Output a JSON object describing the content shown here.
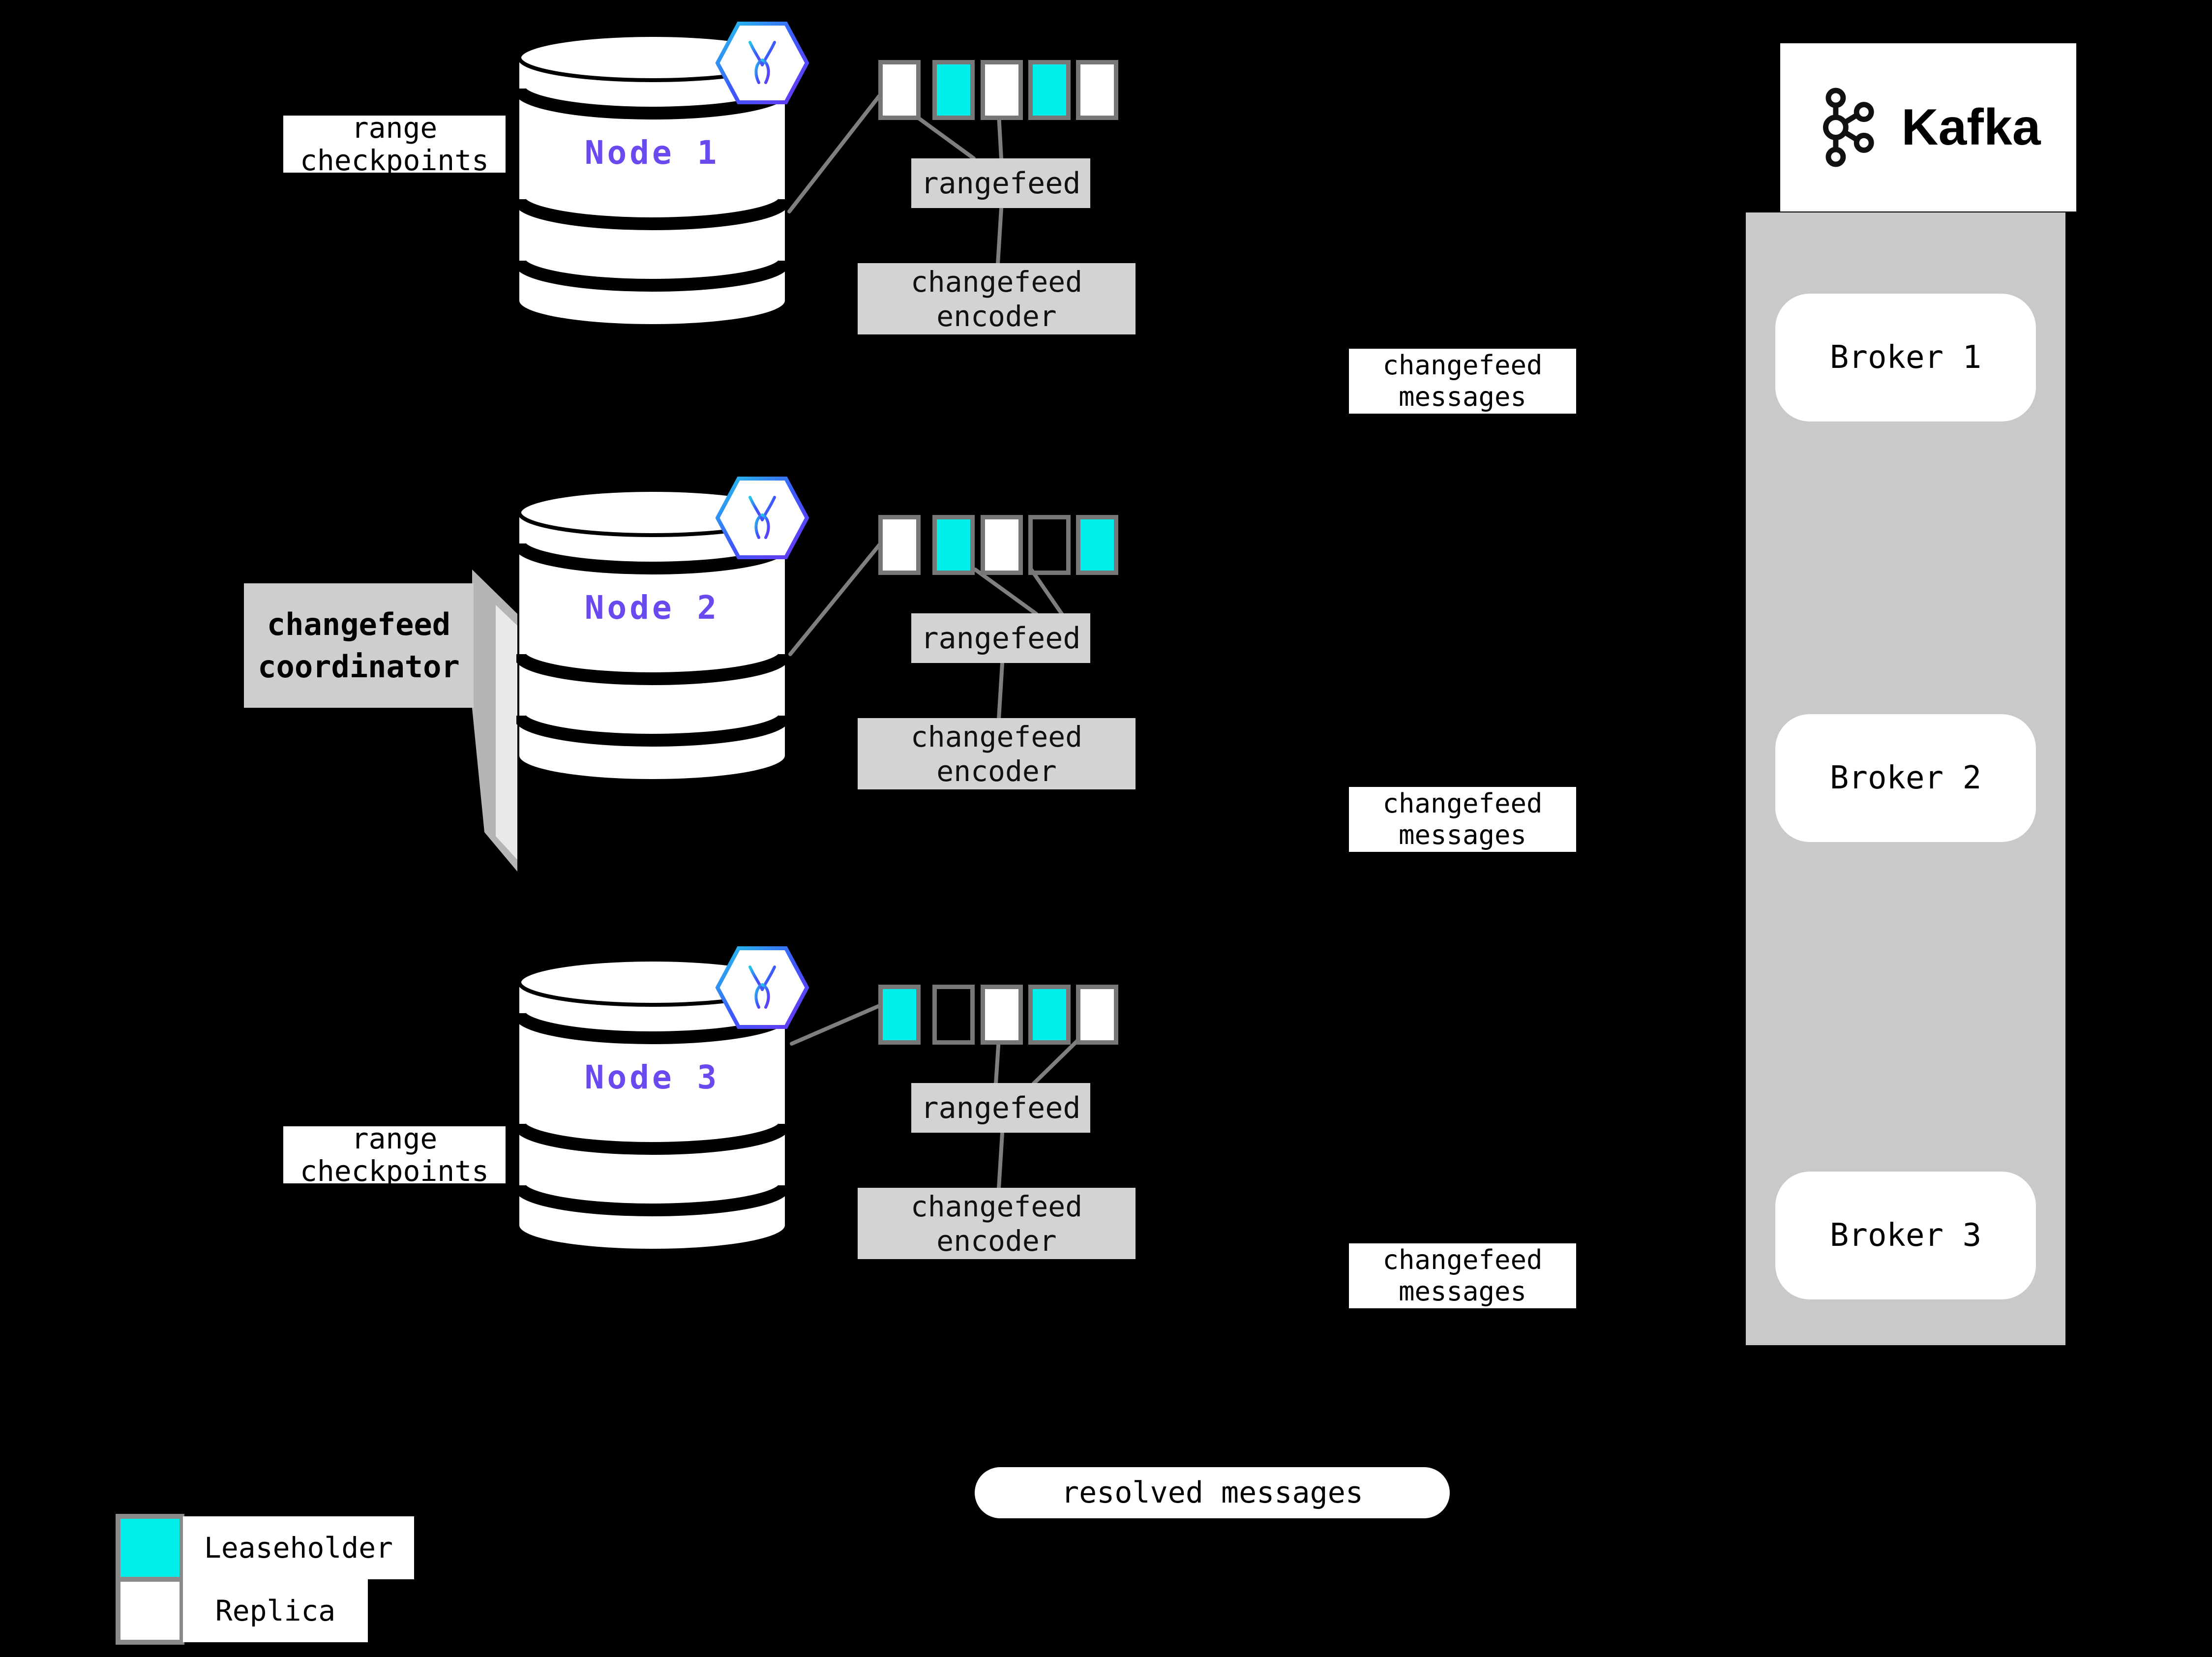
{
  "labels": {
    "range_checkpoints_line1": "range",
    "range_checkpoints_line2": "checkpoints",
    "rangefeed": "rangefeed",
    "encoder_line1": "changefeed",
    "encoder_line2": "encoder",
    "coordinator_line1": "changefeed",
    "coordinator_line2": "coordinator",
    "messages_line1": "changefeed",
    "messages_line2": "messages",
    "resolved": "resolved messages"
  },
  "nodes": [
    {
      "name": "Node 1",
      "ranges": [
        {
          "role": "replica",
          "fill": "#ffffff"
        },
        {
          "role": "leaseholder",
          "fill": "#00efea"
        },
        {
          "role": "replica",
          "fill": "#ffffff"
        },
        {
          "role": "leaseholder",
          "fill": "#00efea"
        },
        {
          "role": "replica",
          "fill": "#ffffff"
        }
      ]
    },
    {
      "name": "Node 2",
      "ranges": [
        {
          "role": "replica",
          "fill": "#ffffff"
        },
        {
          "role": "leaseholder",
          "fill": "#00efea"
        },
        {
          "role": "replica",
          "fill": "#ffffff"
        },
        {
          "role": "replica-empty",
          "fill": "none"
        },
        {
          "role": "leaseholder",
          "fill": "#00efea"
        }
      ]
    },
    {
      "name": "Node 3",
      "ranges": [
        {
          "role": "leaseholder",
          "fill": "#00efea"
        },
        {
          "role": "replica-empty",
          "fill": "none"
        },
        {
          "role": "replica",
          "fill": "#ffffff"
        },
        {
          "role": "leaseholder",
          "fill": "#00efea"
        },
        {
          "role": "replica",
          "fill": "#ffffff"
        }
      ]
    }
  ],
  "kafka": {
    "logo_text": "Kafka",
    "brokers": [
      "Broker 1",
      "Broker 2",
      "Broker 3"
    ]
  },
  "legend": {
    "items": [
      {
        "label": "Leaseholder",
        "fill": "#00efea"
      },
      {
        "label": "Replica",
        "fill": "#ffffff"
      }
    ]
  },
  "colors": {
    "leaseholder": "#00efea",
    "replica": "#ffffff",
    "node_name": "#6a4aee",
    "connector": "#7f7f7f",
    "process_box": "#d3d3d3",
    "kafka_container": "#c9c9c9",
    "background": "#000000"
  }
}
